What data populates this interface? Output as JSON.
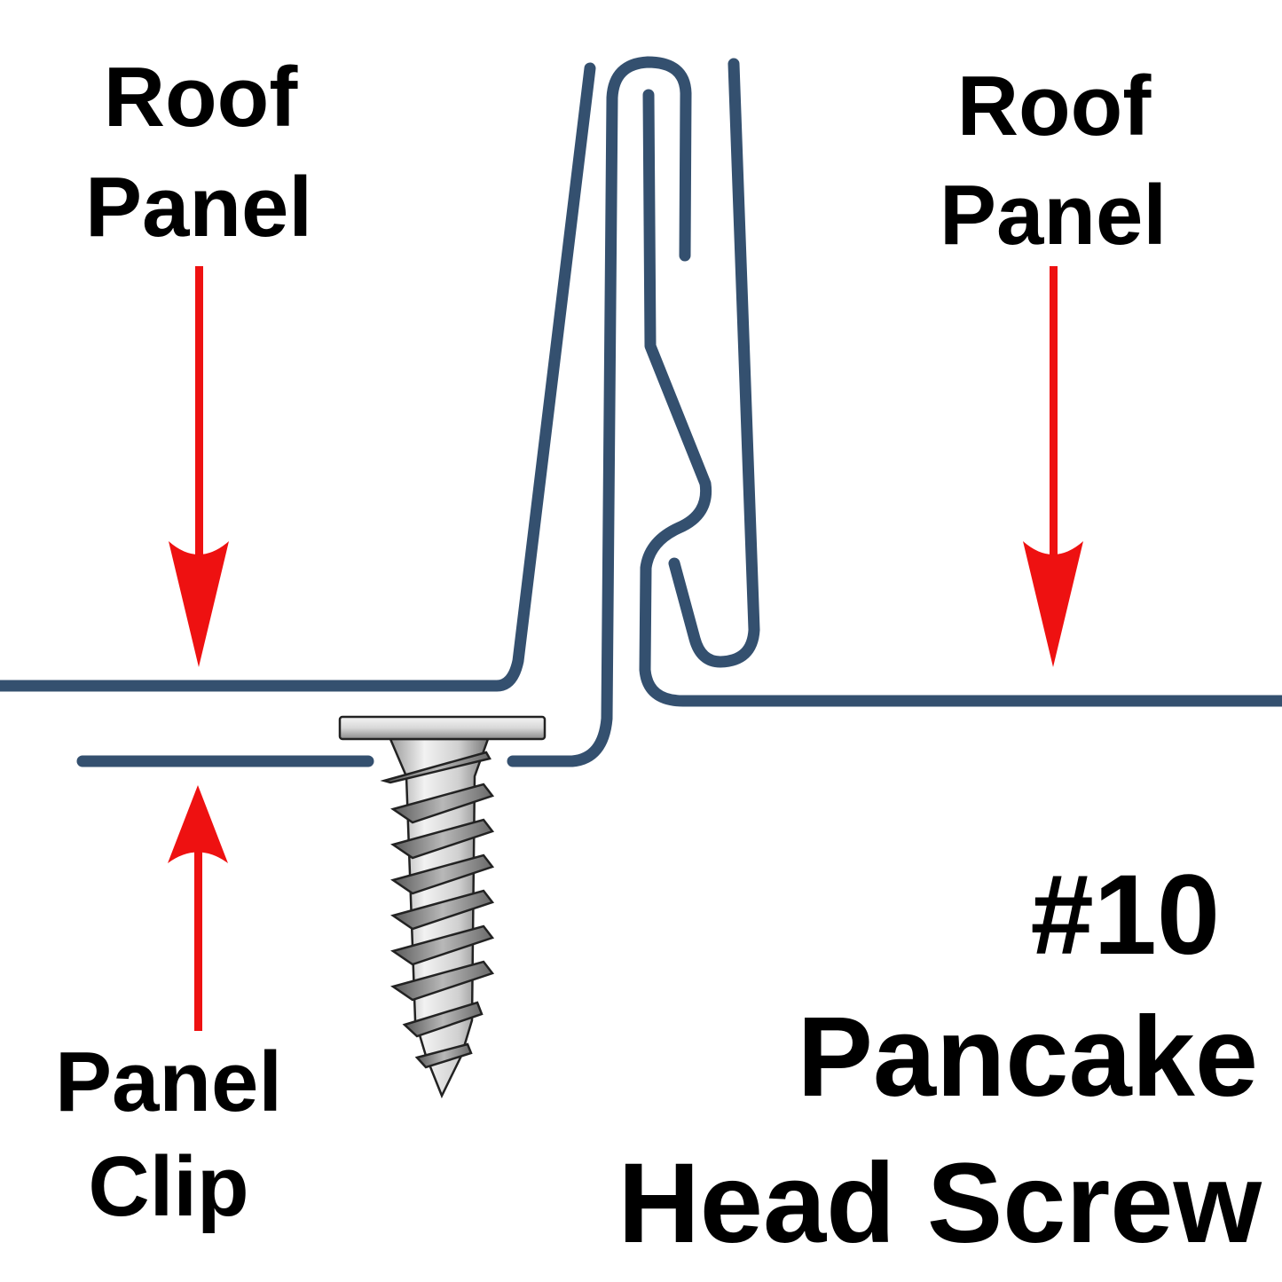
{
  "labels": {
    "roof_panel_left": [
      "Roof",
      "Panel"
    ],
    "roof_panel_right": [
      "Roof",
      "Panel"
    ],
    "panel_clip": [
      "Panel",
      "Clip"
    ],
    "screw": [
      "#10",
      "Pancake",
      "Head Screw"
    ]
  },
  "colors": {
    "panel": "#34506f",
    "arrow": "#ee1111",
    "text": "#000000"
  }
}
